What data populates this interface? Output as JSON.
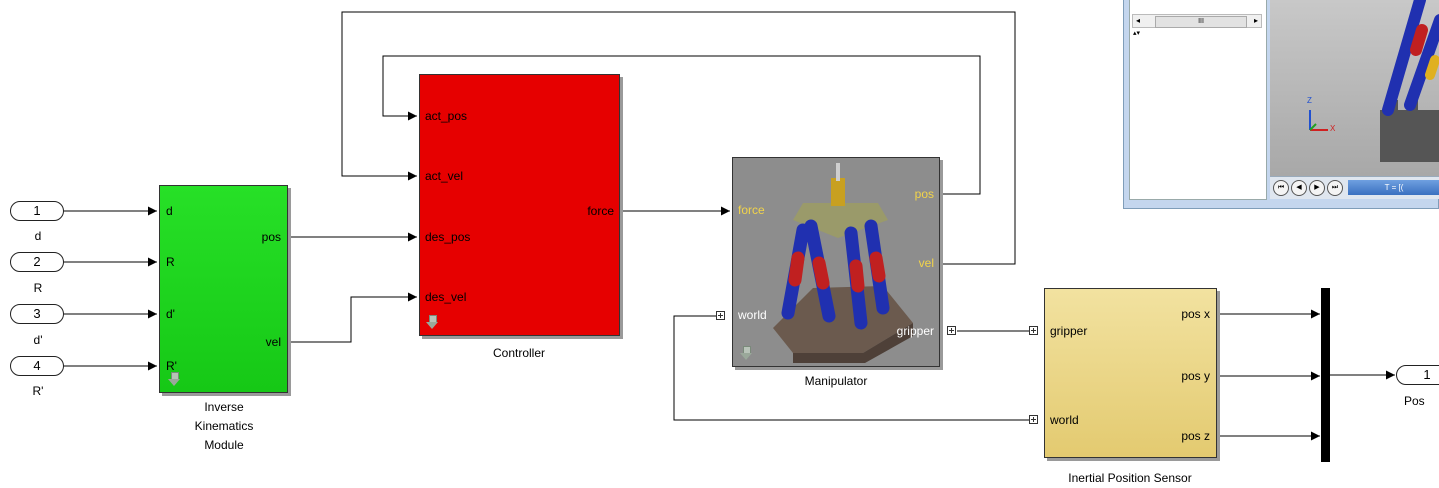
{
  "inports": [
    {
      "num": "1",
      "name": "d"
    },
    {
      "num": "2",
      "name": "R"
    },
    {
      "num": "3",
      "name": "d'"
    },
    {
      "num": "4",
      "name": "R'"
    }
  ],
  "ik_block": {
    "in_ports": [
      "d",
      "R",
      "d'",
      "R'"
    ],
    "out_ports": [
      "pos",
      "vel"
    ],
    "label_lines": [
      "Inverse",
      "Kinematics",
      "Module"
    ]
  },
  "controller": {
    "in_ports": [
      "act_pos",
      "act_vel",
      "des_pos",
      "des_vel"
    ],
    "out_port": "force",
    "label": "Controller"
  },
  "manipulator": {
    "in_port": "force",
    "out_ports": [
      "pos",
      "vel"
    ],
    "world_port": "world",
    "gripper_port": "gripper",
    "label": "Manipulator"
  },
  "sensor": {
    "in_ports": [
      "gripper",
      "world"
    ],
    "out_ports": [
      "pos x",
      "pos y",
      "pos z"
    ],
    "label": "Inertial Position Sensor"
  },
  "outport": {
    "num": "1",
    "name": "Pos"
  },
  "viewer": {
    "tree_scroll_glyph": "III",
    "time_text": "T = [("
  },
  "colors": {
    "ik_fill": "#1ed61e",
    "controller_fill": "#e60000",
    "manipulator_fill": "#909090",
    "sensor_fill": "#ecd98f"
  }
}
